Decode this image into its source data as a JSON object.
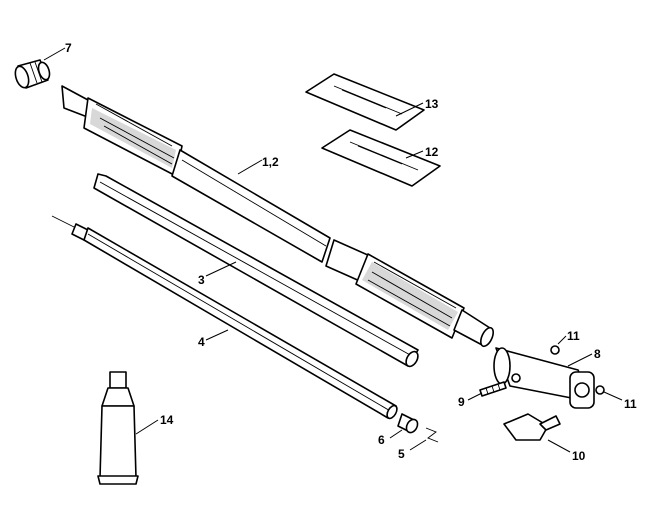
{
  "callouts": {
    "c1": "7",
    "c2": "13",
    "c3": "12",
    "c4": "1,2",
    "c5": "3",
    "c6": "4",
    "c7": "11",
    "c8": "8",
    "c9": "9",
    "c10": "11",
    "c11": "14",
    "c12": "6",
    "c13": "5",
    "c14": "10"
  }
}
